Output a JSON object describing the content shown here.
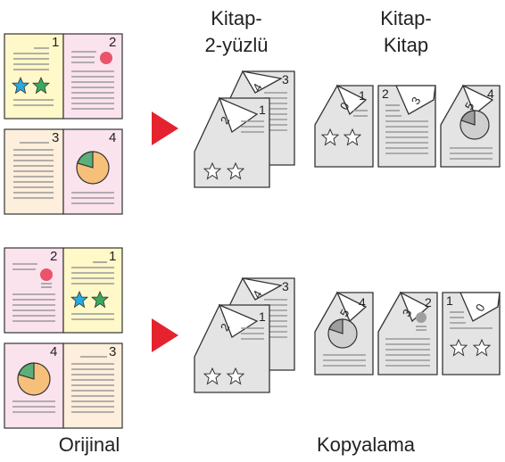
{
  "labels": {
    "col1_line1": "Kitap-",
    "col1_line2": "2-yüzlü",
    "col2_line1": "Kitap-",
    "col2_line2": "Kitap",
    "original": "Orijinal",
    "copying": "Kopyalama"
  },
  "page_numbers": {
    "p1": "1",
    "p2": "2",
    "p3": "3",
    "p4": "4"
  },
  "colors": {
    "yellow_page": "#fff8c8",
    "pink_page": "#fbe3ee",
    "peach_page": "#fdefdc",
    "outline": "#333333",
    "arrow": "#e4232e",
    "copy_page": "#e4e4e4",
    "star_blue": "#27a9e1",
    "star_green": "#3aaa5c",
    "dot": "#e9546b",
    "pie_green": "#5bb07a",
    "pie_orange": "#f7c07a"
  }
}
